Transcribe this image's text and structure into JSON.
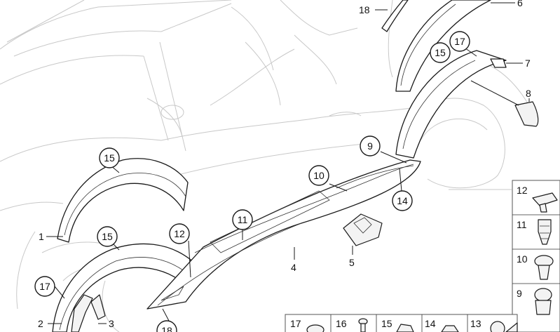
{
  "diagram": {
    "callouts": {
      "n15_top_right": "15",
      "n17_top_right": "17",
      "n15_left_upper": "15",
      "n15_left_lower": "15",
      "n17_left": "17",
      "n9": "9",
      "n10": "10",
      "n11": "11",
      "n12": "12",
      "n14": "14",
      "n18_bottom": "18"
    },
    "labels": {
      "l1": "1",
      "l2": "2",
      "l3": "3",
      "l4": "4",
      "l5": "5",
      "l6": "6",
      "l7": "7",
      "l8": "8",
      "l18": "18"
    },
    "fastener_panel": {
      "items": [
        "12",
        "11",
        "10",
        "9"
      ]
    },
    "bottom_row": {
      "items": [
        "17",
        "16",
        "15",
        "14",
        "13"
      ]
    }
  }
}
